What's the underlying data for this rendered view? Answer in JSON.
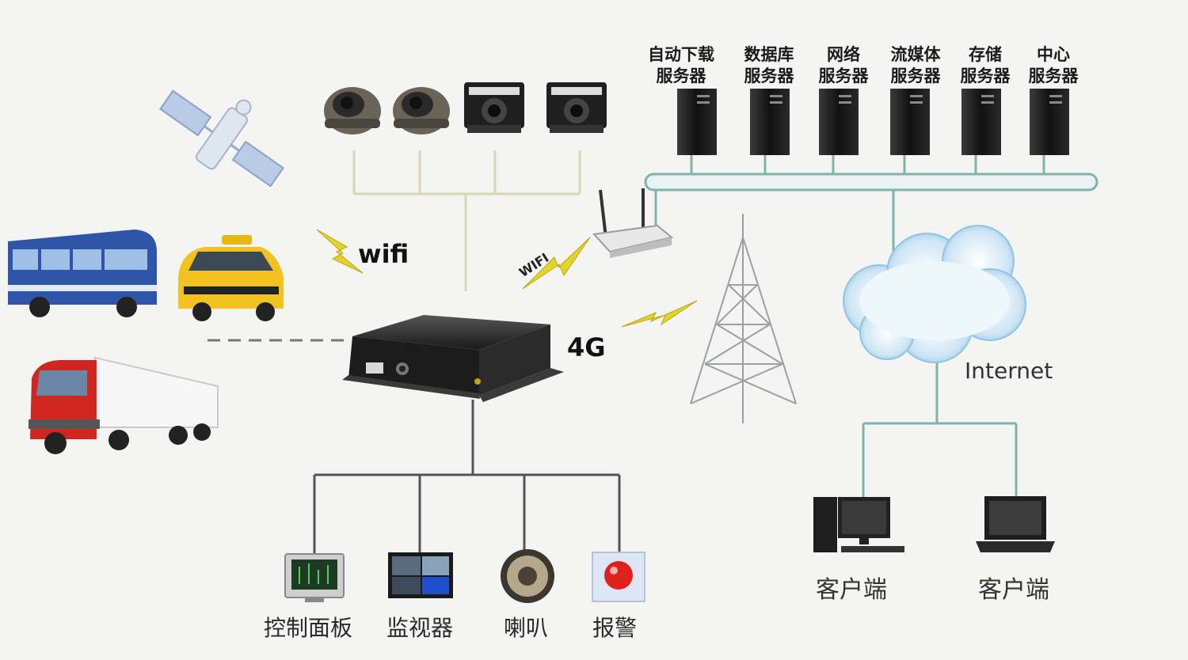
{
  "servers": [
    {
      "label": "自动下载\n服务器"
    },
    {
      "label": "数据库\n服务器"
    },
    {
      "label": "网络\n服务器"
    },
    {
      "label": "流媒体\n服务器"
    },
    {
      "label": "存储\n服务器"
    },
    {
      "label": "中心\n服务器"
    }
  ],
  "links": {
    "wifi_label": "wifi",
    "wifi_router_label": "WIFI",
    "cellular_label": "4G"
  },
  "internet_label": "Internet",
  "clients": [
    {
      "label": "客户端"
    },
    {
      "label": "客户端"
    }
  ],
  "peripherals": [
    {
      "label": "控制面板"
    },
    {
      "label": "监视器"
    },
    {
      "label": "喇叭"
    },
    {
      "label": "报警"
    }
  ],
  "colors": {
    "line_beige": "#d9d6b4",
    "line_teal": "#7fb3ac",
    "line_dark": "#555555",
    "bus_blue": "#2f55a8",
    "taxi_yellow": "#f2c220",
    "truck_red": "#d0261f"
  }
}
